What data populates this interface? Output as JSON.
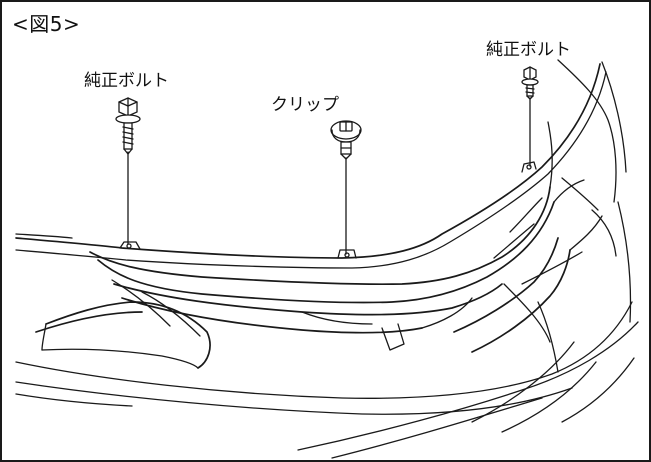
{
  "figure": {
    "label": "<図5>"
  },
  "callouts": {
    "bolt_left": "純正ボルト",
    "clip": "クリップ",
    "bolt_right": "純正ボルト"
  }
}
